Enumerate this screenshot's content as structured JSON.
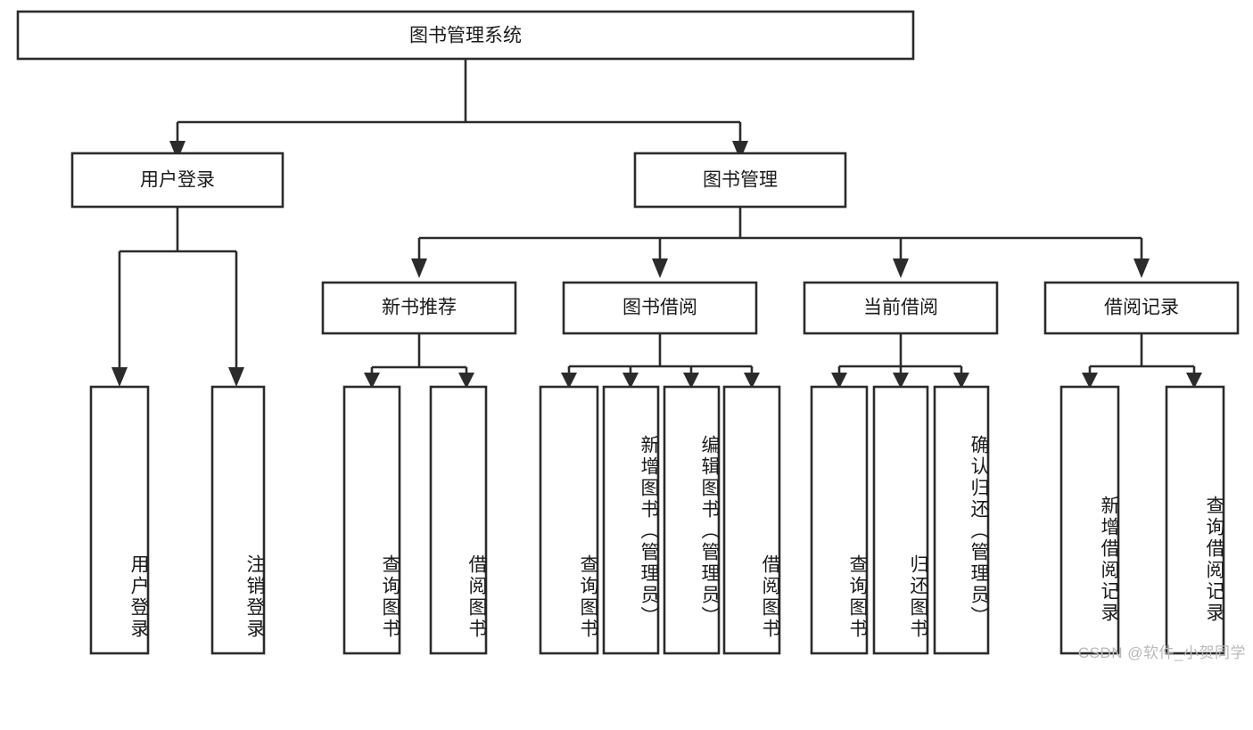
{
  "diagram": {
    "type": "tree-hierarchy",
    "title": "图书管理系统",
    "orientation": "top-down",
    "root": {
      "id": "root",
      "label": "图书管理系统",
      "orientation": "horizontal"
    },
    "level1": [
      {
        "id": "user-login",
        "label": "用户登录",
        "orientation": "horizontal"
      },
      {
        "id": "book-manage",
        "label": "图书管理",
        "orientation": "horizontal"
      }
    ],
    "level2": [
      {
        "id": "new-book-recommend",
        "label": "新书推荐",
        "parent": "book-manage",
        "orientation": "horizontal"
      },
      {
        "id": "book-borrow",
        "label": "图书借阅",
        "parent": "book-manage",
        "orientation": "horizontal"
      },
      {
        "id": "current-borrow",
        "label": "当前借阅",
        "parent": "book-manage",
        "orientation": "horizontal"
      },
      {
        "id": "borrow-record",
        "label": "借阅记录",
        "parent": "book-manage",
        "orientation": "horizontal"
      }
    ],
    "leaves": [
      {
        "id": "leaf-user-login",
        "label": "用户登录",
        "parent": "user-login",
        "orientation": "vertical"
      },
      {
        "id": "leaf-user-logout",
        "label": "注销登录",
        "parent": "user-login",
        "orientation": "vertical"
      },
      {
        "id": "leaf-query-book-1",
        "label": "查询图书",
        "parent": "new-book-recommend",
        "orientation": "vertical"
      },
      {
        "id": "leaf-borrow-book-1",
        "label": "借阅图书",
        "parent": "new-book-recommend",
        "orientation": "vertical"
      },
      {
        "id": "leaf-query-book-2",
        "label": "查询图书",
        "parent": "book-borrow",
        "orientation": "vertical"
      },
      {
        "id": "leaf-add-book",
        "label": "新增图书（管理员）",
        "parent": "book-borrow",
        "orientation": "vertical"
      },
      {
        "id": "leaf-edit-book",
        "label": "编辑图书（管理员）",
        "parent": "book-borrow",
        "orientation": "vertical"
      },
      {
        "id": "leaf-borrow-book-2",
        "label": "借阅图书",
        "parent": "book-borrow",
        "orientation": "vertical"
      },
      {
        "id": "leaf-query-book-3",
        "label": "查询图书",
        "parent": "current-borrow",
        "orientation": "vertical"
      },
      {
        "id": "leaf-return-book",
        "label": "归还图书",
        "parent": "current-borrow",
        "orientation": "vertical"
      },
      {
        "id": "leaf-confirm-return",
        "label": "确认归还（管理员）",
        "parent": "current-borrow",
        "orientation": "vertical"
      },
      {
        "id": "leaf-add-record",
        "label": "新增借阅记录",
        "parent": "borrow-record",
        "orientation": "vertical"
      },
      {
        "id": "leaf-query-record",
        "label": "查询借阅记录",
        "parent": "borrow-record",
        "orientation": "vertical"
      }
    ],
    "colors": {
      "box_stroke": "#2b2b2b",
      "box_fill": "#ffffff",
      "connector": "#2b2b2b",
      "text": "#1a1a1a",
      "background": "#ffffff",
      "watermark": "#b9b9b9"
    }
  },
  "watermark": {
    "text": "CSDN @软件_小贺同学"
  }
}
